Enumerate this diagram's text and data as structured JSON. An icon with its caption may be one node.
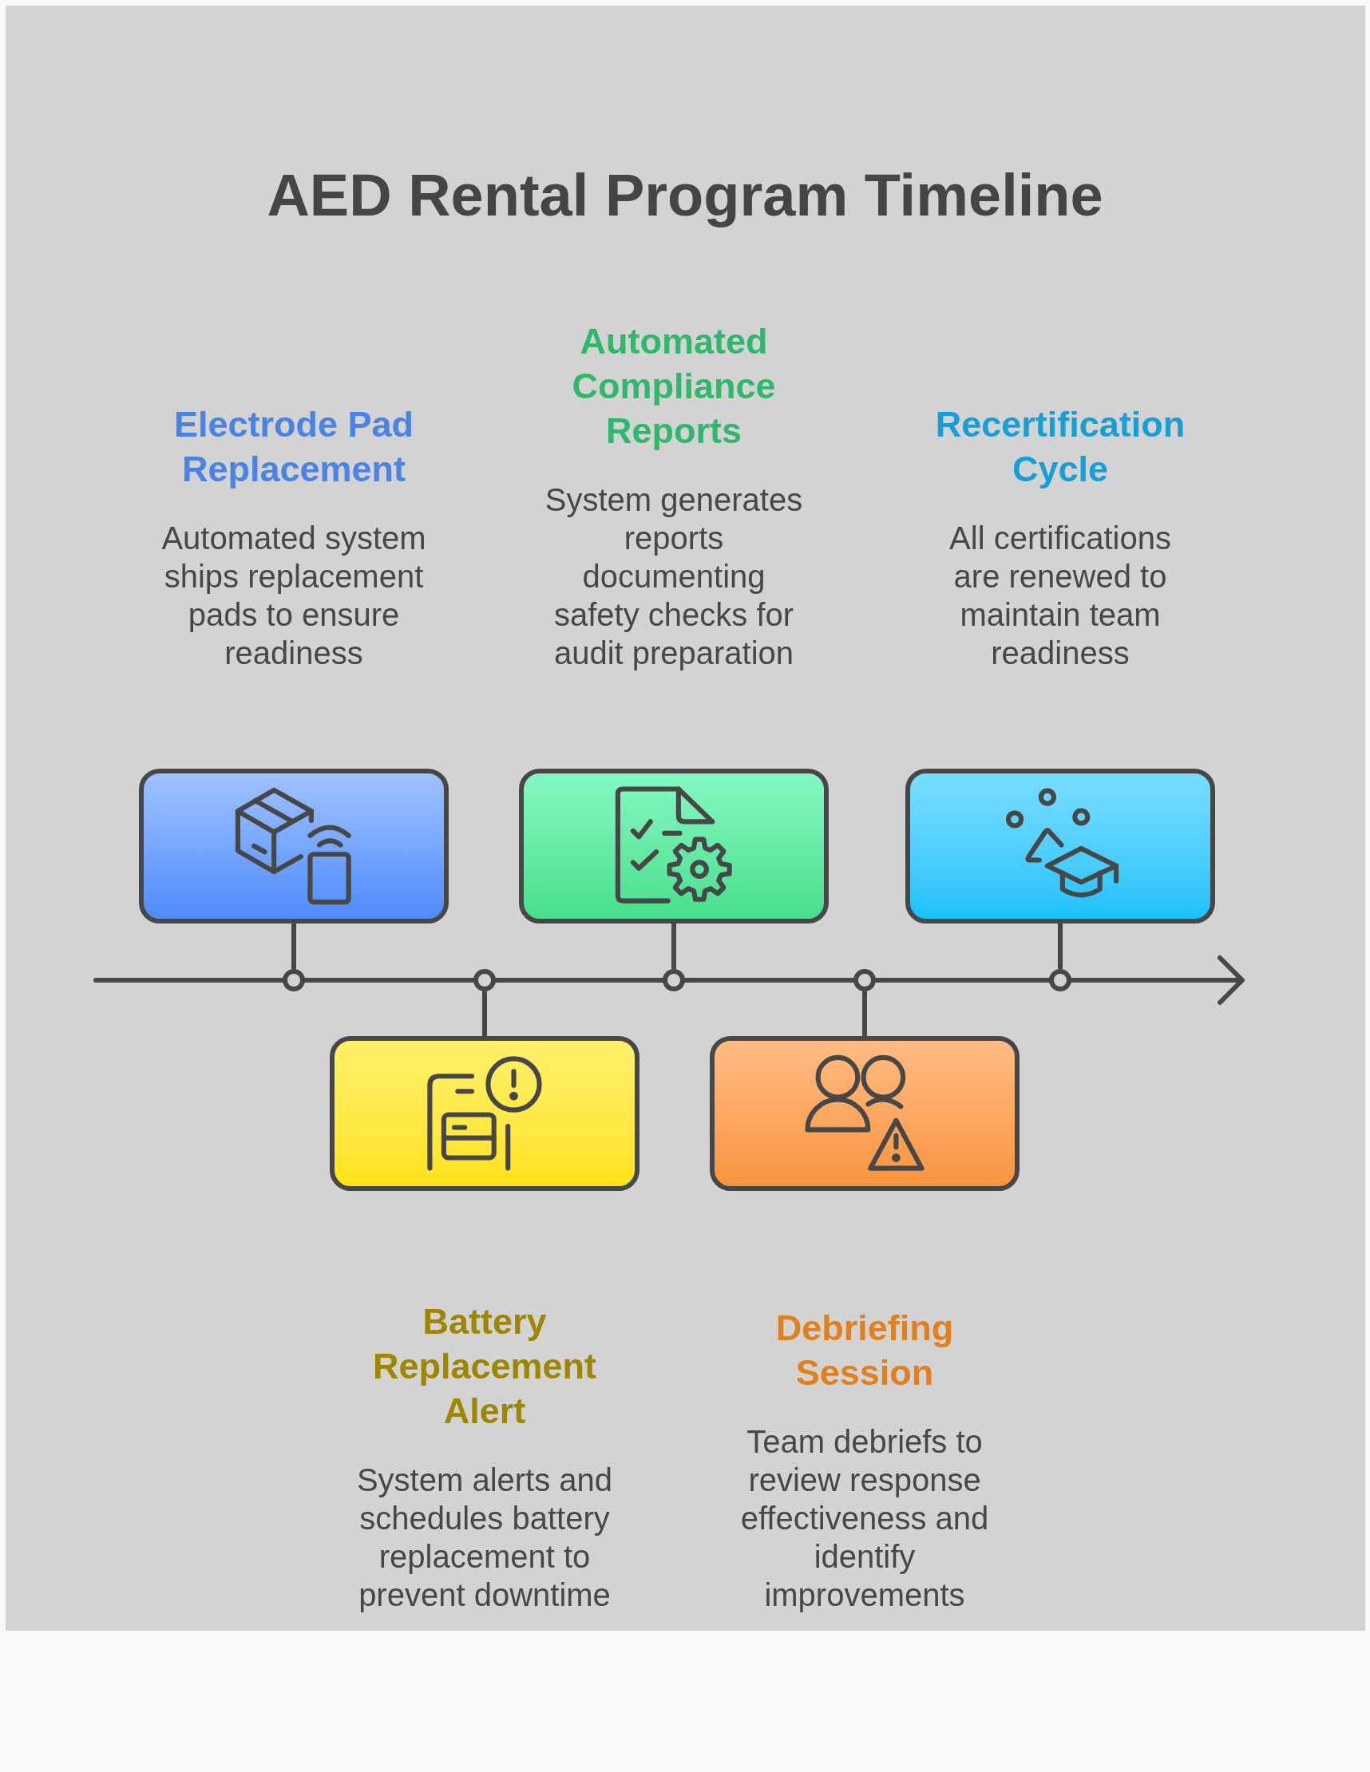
{
  "diagram": {
    "title": "AED Rental Program Timeline",
    "nodes": [
      {
        "text": [],
        "shape": "box",
        "beside": [
          "Electrode Pad Replacement",
          "Automated system ships replacement pads to ensure readiness"
        ]
      },
      {
        "text": [],
        "shape": "box",
        "beside": [
          "Battery Replacement Alert",
          "System alerts and schedules battery replacement to prevent downtime"
        ]
      },
      {
        "text": [],
        "shape": "box",
        "beside": [
          "Automated Compliance Reports",
          "System generates reports documenting safety checks for audit preparation"
        ]
      },
      {
        "text": [],
        "shape": "box",
        "beside": [
          "Debriefing Session",
          "Team debriefs to review response effectiveness and identify improvements"
        ]
      },
      {
        "text": [],
        "shape": "box",
        "beside": [
          "Recertification Cycle",
          "All certifications are renewed to maintain team readiness"
        ]
      },
      {
        "text": [],
        "shape": "circle"
      },
      {
        "text": [],
        "shape": "circle"
      },
      {
        "text": [],
        "shape": "circle"
      },
      {
        "text": [],
        "shape": "circle"
      },
      {
        "text": [],
        "shape": "circle"
      }
    ],
    "edges": [
      {
        "from": 0,
        "to": 5,
        "arrow": "none"
      },
      {
        "from": 1,
        "to": 6,
        "arrow": "none"
      },
      {
        "from": 2,
        "to": 7,
        "arrow": "none"
      },
      {
        "from": 3,
        "to": 8,
        "arrow": "none"
      },
      {
        "from": 4,
        "to": 9,
        "arrow": "none"
      }
    ]
  }
}
